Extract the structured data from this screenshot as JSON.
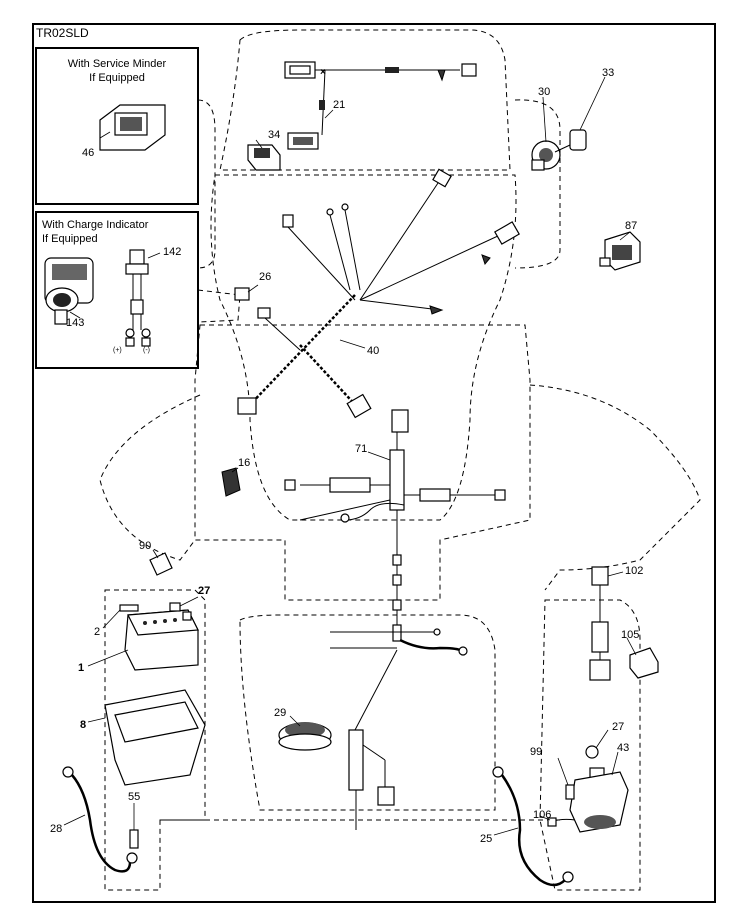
{
  "diagram": {
    "code": "TR02SLD",
    "insets": {
      "service_minder": {
        "line1": "With Service Minder",
        "line2": "If Equipped"
      },
      "charge_indicator": {
        "line1": "With Charge Indicator",
        "line2": "If Equipped"
      },
      "polarity_plus": "(+)",
      "polarity_minus": "(-)"
    },
    "callouts": [
      "46",
      "34",
      "21",
      "30",
      "33",
      "87",
      "142",
      "143",
      "26",
      "40",
      "71",
      "16",
      "90",
      "27",
      "2",
      "1",
      "8",
      "29",
      "102",
      "105",
      "99",
      "43",
      "27",
      "28",
      "55",
      "25",
      "106"
    ]
  }
}
